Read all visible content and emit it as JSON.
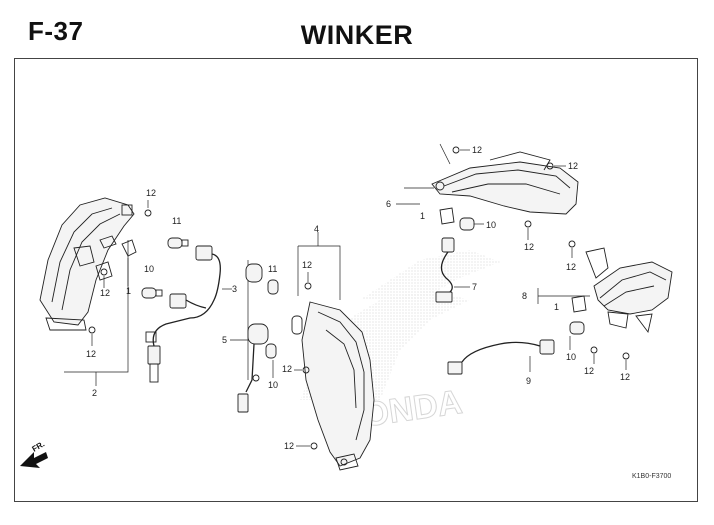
{
  "header": {
    "figure_number": "F-37",
    "title": "WINKER"
  },
  "diagram_code": "K1B0-F3700",
  "front_marker": "FR.",
  "callouts": {
    "c1": "1",
    "c2": "2",
    "c3": "3",
    "c4": "4",
    "c5": "5",
    "c6": "6",
    "c7": "7",
    "c8": "8",
    "c9": "9",
    "c10a": "10",
    "c10b": "10",
    "c10c": "10",
    "c10d": "10",
    "c11a": "11",
    "c11b": "11",
    "c12a": "12",
    "c12b": "12",
    "c12c": "12",
    "c12d": "12",
    "c12e": "12",
    "c12f": "12",
    "c12g": "12",
    "c12h": "12",
    "c12i": "12",
    "c12j": "12",
    "c12k": "12",
    "c1b": "1",
    "c1c": "1"
  },
  "watermark": "HONDA"
}
